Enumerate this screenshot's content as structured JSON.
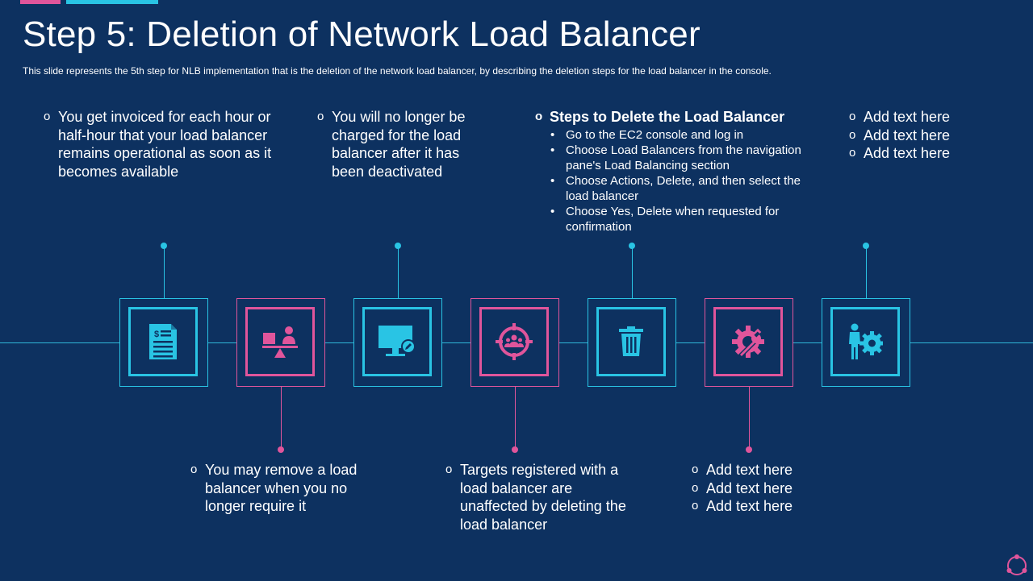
{
  "slide": {
    "title": "Step 5: Deletion of Network Load Balancer",
    "subtitle": "This slide represents the 5th step for NLB implementation that is the deletion of the network load balancer, by describing the deletion steps for the load balancer in the console."
  },
  "colors": {
    "background": "#0d3160",
    "cyan": "#29c4e4",
    "pink": "#e0559b",
    "text": "#ffffff"
  },
  "steps": [
    {
      "icon": "invoice-icon",
      "color": "cyan"
    },
    {
      "icon": "balance-scale-icon",
      "color": "pink"
    },
    {
      "icon": "monitor-icon",
      "color": "cyan"
    },
    {
      "icon": "target-group-icon",
      "color": "pink"
    },
    {
      "icon": "trash-icon",
      "color": "cyan"
    },
    {
      "icon": "gear-wrench-icon",
      "color": "pink"
    },
    {
      "icon": "person-gear-icon",
      "color": "cyan"
    }
  ],
  "top_blocks": {
    "step1": "You get invoiced for each hour or half-hour that your load balancer remains operational as soon as it becomes available",
    "step3": "You will no longer be charged for the load balancer after it has been deactivated",
    "step5": {
      "heading": "Steps to Delete the Load Balancer",
      "items": [
        "Go to the EC2 console and log in",
        "Choose Load Balancers from the navigation pane's Load Balancing section",
        "Choose Actions, Delete, and then select the load balancer",
        "Choose Yes, Delete when requested for confirmation"
      ]
    },
    "step7": [
      "Add text here",
      "Add text here",
      "Add text here"
    ]
  },
  "bottom_blocks": {
    "step2": "You may remove a load balancer when you no longer require it",
    "step4": "Targets registered with a load balancer are unaffected by deleting the load balancer",
    "step6": [
      "Add text here",
      "Add text here",
      "Add text here"
    ]
  }
}
